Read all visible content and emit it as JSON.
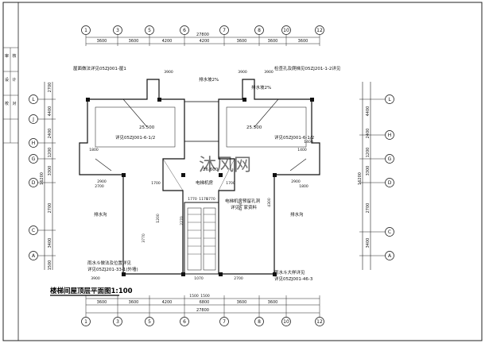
{
  "drawing": {
    "title": "楼梯间屋顶层平面图1:100",
    "title_block": [
      "审",
      "核",
      "设",
      "计",
      "校",
      "对"
    ]
  },
  "axes_top": [
    "1",
    "3",
    "5",
    "6",
    "7",
    "8",
    "10",
    "12"
  ],
  "axes_bottom": [
    "1",
    "3",
    "5",
    "6",
    "7",
    "8",
    "10",
    "12"
  ],
  "axes_left": [
    "L",
    "J",
    "H",
    "G",
    "D",
    "C",
    "A"
  ],
  "axes_right": [
    "L",
    "H",
    "G",
    "D",
    "C",
    "A"
  ],
  "dims_top": {
    "total": "27800",
    "segments": [
      "3600",
      "3600",
      "4200",
      "4200",
      "3600",
      "3600",
      "3600"
    ]
  },
  "dims_bottom": {
    "total": "27800",
    "segments": [
      "3600",
      "3600",
      "4200",
      "6800",
      "3600",
      "3600"
    ],
    "inner": [
      "1500",
      "1500"
    ]
  },
  "dims_left": {
    "total": "16200",
    "segments": [
      "2700",
      "4400",
      "2400",
      "1200",
      "3300",
      "2700",
      "3400",
      "1500"
    ]
  },
  "dims_right": {
    "total": "16200",
    "segments": [
      "4400",
      "2400",
      "1200",
      "3300",
      "2700",
      "3400"
    ]
  },
  "dims_plan": [
    "3900",
    "3900",
    "3900",
    "2900",
    "2900",
    "3900",
    "2700",
    "2700",
    "1800",
    "1800",
    "1400",
    "1400",
    "1700",
    "1700",
    "1770",
    "1170",
    "1770",
    "1200",
    "4200",
    "3770",
    "2270",
    "1070",
    "4300"
  ],
  "annotations": {
    "top_left": "屋面做法详见05ZJ001-屋1",
    "top_right": "检查孔及爬梯见05ZJ201-1-2详见",
    "slope_1": "排水坡2%",
    "slope_2": "排水坡2%",
    "elev_1": "25.500",
    "elev_2": "25.500",
    "elev_3": "26.600",
    "mid_left": "详见05ZJ001-6-1/2",
    "mid_right": "详见05ZJ001-6-1/2",
    "elev_room": "电梯机房",
    "room_note_1": "电梯机房预留孔洞",
    "room_note_2": "详见厂家资料",
    "lower_left": "排水沟",
    "lower_right": "排水沟",
    "bottom_left_1": "雨水斗做法及位置详见",
    "bottom_left_2": "详见05ZJ201-33-1(外墙)",
    "bottom_right_1": "雨水斗大样详见",
    "bottom_right_2": "详见05ZJ001-46-3"
  },
  "watermark": "沐风网"
}
